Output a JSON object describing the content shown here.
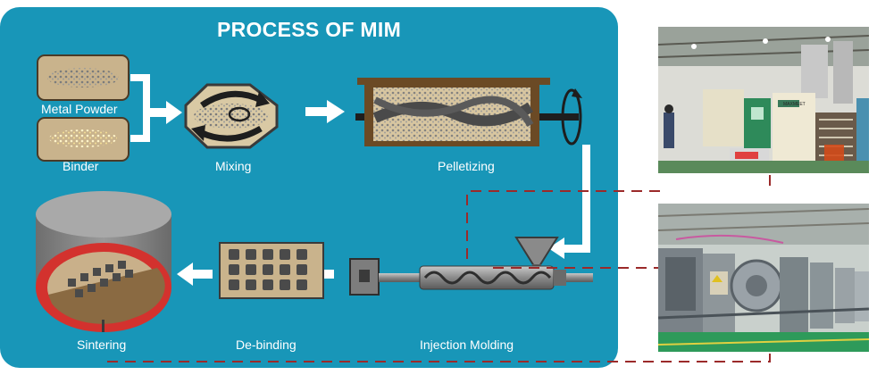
{
  "title": "PROCESS OF MIM",
  "steps": {
    "metal_powder": "Metal Powder",
    "binder": "Binder",
    "mixing": "Mixing",
    "pelletizing": "Pelletizing",
    "injection_molding": "Injection Molding",
    "debinding": "De-binding",
    "sintering": "Sintering"
  },
  "photos": {
    "top_sign": "MAXMEET"
  },
  "colors": {
    "panel": "#1896b8",
    "frame_brown": "#6b4a25",
    "dashed_line": "#9b2a2a",
    "arrow": "#ffffff"
  }
}
